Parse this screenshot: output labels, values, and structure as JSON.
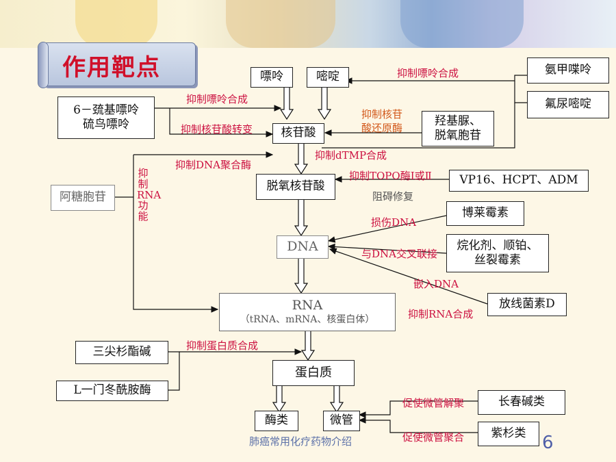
{
  "title": "作用靶点",
  "footer": "肺癌常用化疗药物介绍",
  "page_number": "6",
  "boxes": {
    "purine": "嘌呤",
    "pyrimidine": "嘧啶",
    "amino_methylpurine": "氨甲喋呤",
    "fluorouracil": "氟尿嘧啶",
    "mercapto_line1": "6－巯基嘌呤",
    "mercapto_line2": "硫鸟嘌呤",
    "nucleotide": "核苷酸",
    "hydroxyurea_line1": "羟基脲、",
    "hydroxyurea_line2": "脱氧胞苷",
    "deoxynucleotide": "脱氧核苷酸",
    "vp16": "VP16、HCPT、ADM",
    "arabinoside": "阿糖胞苷",
    "bleomycin": "博莱霉素",
    "alkylating_line1": "烷化剂、顺铂、",
    "alkylating_line2": "丝裂霉素",
    "dna": "DNA",
    "rna": "RNA",
    "rna_sub": "（tRNA、mRNA、核蛋白体）",
    "actinomycin": "放线菌素D",
    "harringtonine": "三尖杉酯碱",
    "asparaginase": "L一门冬酰胺酶",
    "protein": "蛋白质",
    "enzyme": "酶类",
    "microtubule": "微管",
    "vinca": "长春碱类",
    "taxane": "紫杉类"
  },
  "labels": {
    "inhibit_purine_top": "抑制嘌呤合成",
    "inhibit_purine_left": "抑制嘌呤合成",
    "inhibit_nucleotide_convert": "抑制核苷酸转变",
    "inhibit_reductase_line1": "抑制核苷",
    "inhibit_reductase_line2": "酸还原酶",
    "inhibit_dtmp": "抑制dTMP合成",
    "inhibit_dna_poly": "抑制DNA聚合酶",
    "inhibit_topo": "抑制TOPO酶Ⅰ或Ⅱ",
    "block_repair": "阻碍修复",
    "inhibit_rna_function": "抑制RNA功能",
    "damage_dna": "损伤DNA",
    "crosslink_dna": "与DNA交叉联接",
    "intercalate_dna": "嵌入DNA",
    "inhibit_rna_synthesis": "抑制RNA合成",
    "inhibit_protein_synthesis": "抑制蛋白质合成",
    "promote_depoly": "促使微管解聚",
    "promote_poly": "促使微管聚合"
  },
  "colors": {
    "accent_text": "#cc1040",
    "title": "#d0102a",
    "footer": "#5b70a8"
  }
}
